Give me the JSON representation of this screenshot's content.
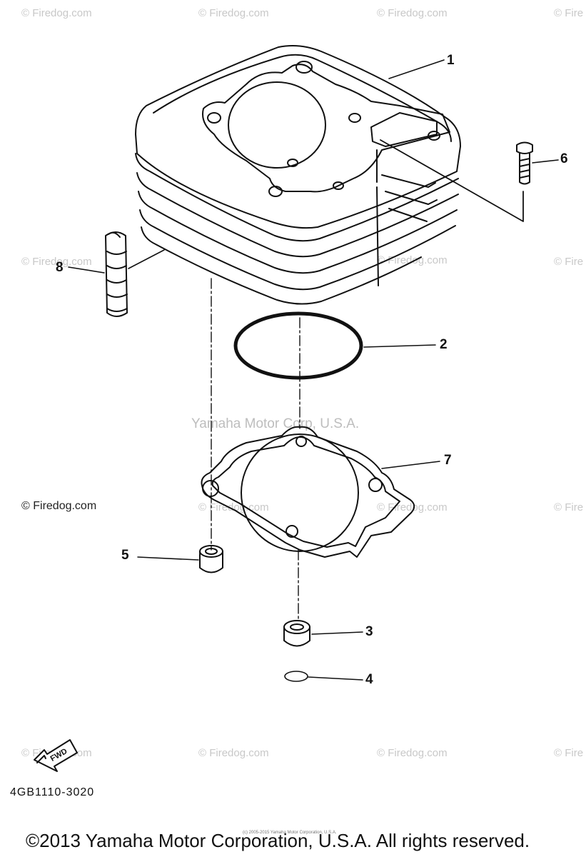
{
  "watermarks": {
    "firedog": "© Firedog.com",
    "firedog_cut": "© Fire",
    "yamaha": "Yamaha Motor Corp, U.S.A."
  },
  "callouts": [
    "1",
    "2",
    "3",
    "4",
    "5",
    "6",
    "7",
    "8"
  ],
  "fwd_label": "FWD",
  "figure_code": "4GB1110-3020",
  "tiny_notice": "(c) 2005-2015 Yamaha Motor Corporation, U.S.A.",
  "copyright": "©2013 Yamaha Motor Corporation, U.S.A. All rights reserved."
}
